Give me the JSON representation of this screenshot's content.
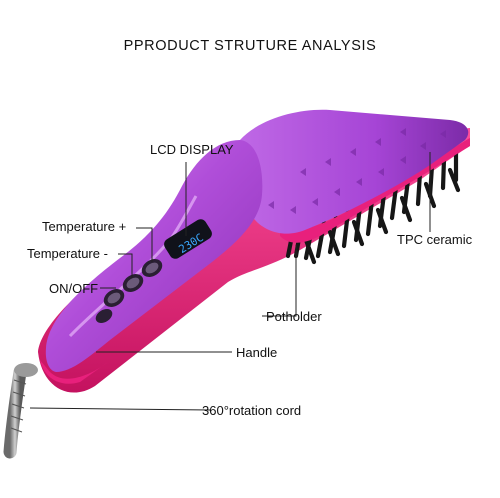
{
  "title": "PPRODUCT STRUTURE ANALYSIS",
  "lcd_readout": "230C",
  "labels": {
    "lcd_display": "LCD DISPLAY",
    "temp_plus": "Temperature +",
    "temp_minus": "Temperature -",
    "on_off": "ON/OFF",
    "tpc_ceramic": "TPC ceramic",
    "potholder": "Potholder",
    "handle": "Handle",
    "cord": "360°rotation cord"
  },
  "colors": {
    "body_purple": "#b04ed9",
    "edge_pink": "#e8207c",
    "bristle": "#1a1a1a",
    "lcd_text": "#3aa8ff"
  }
}
